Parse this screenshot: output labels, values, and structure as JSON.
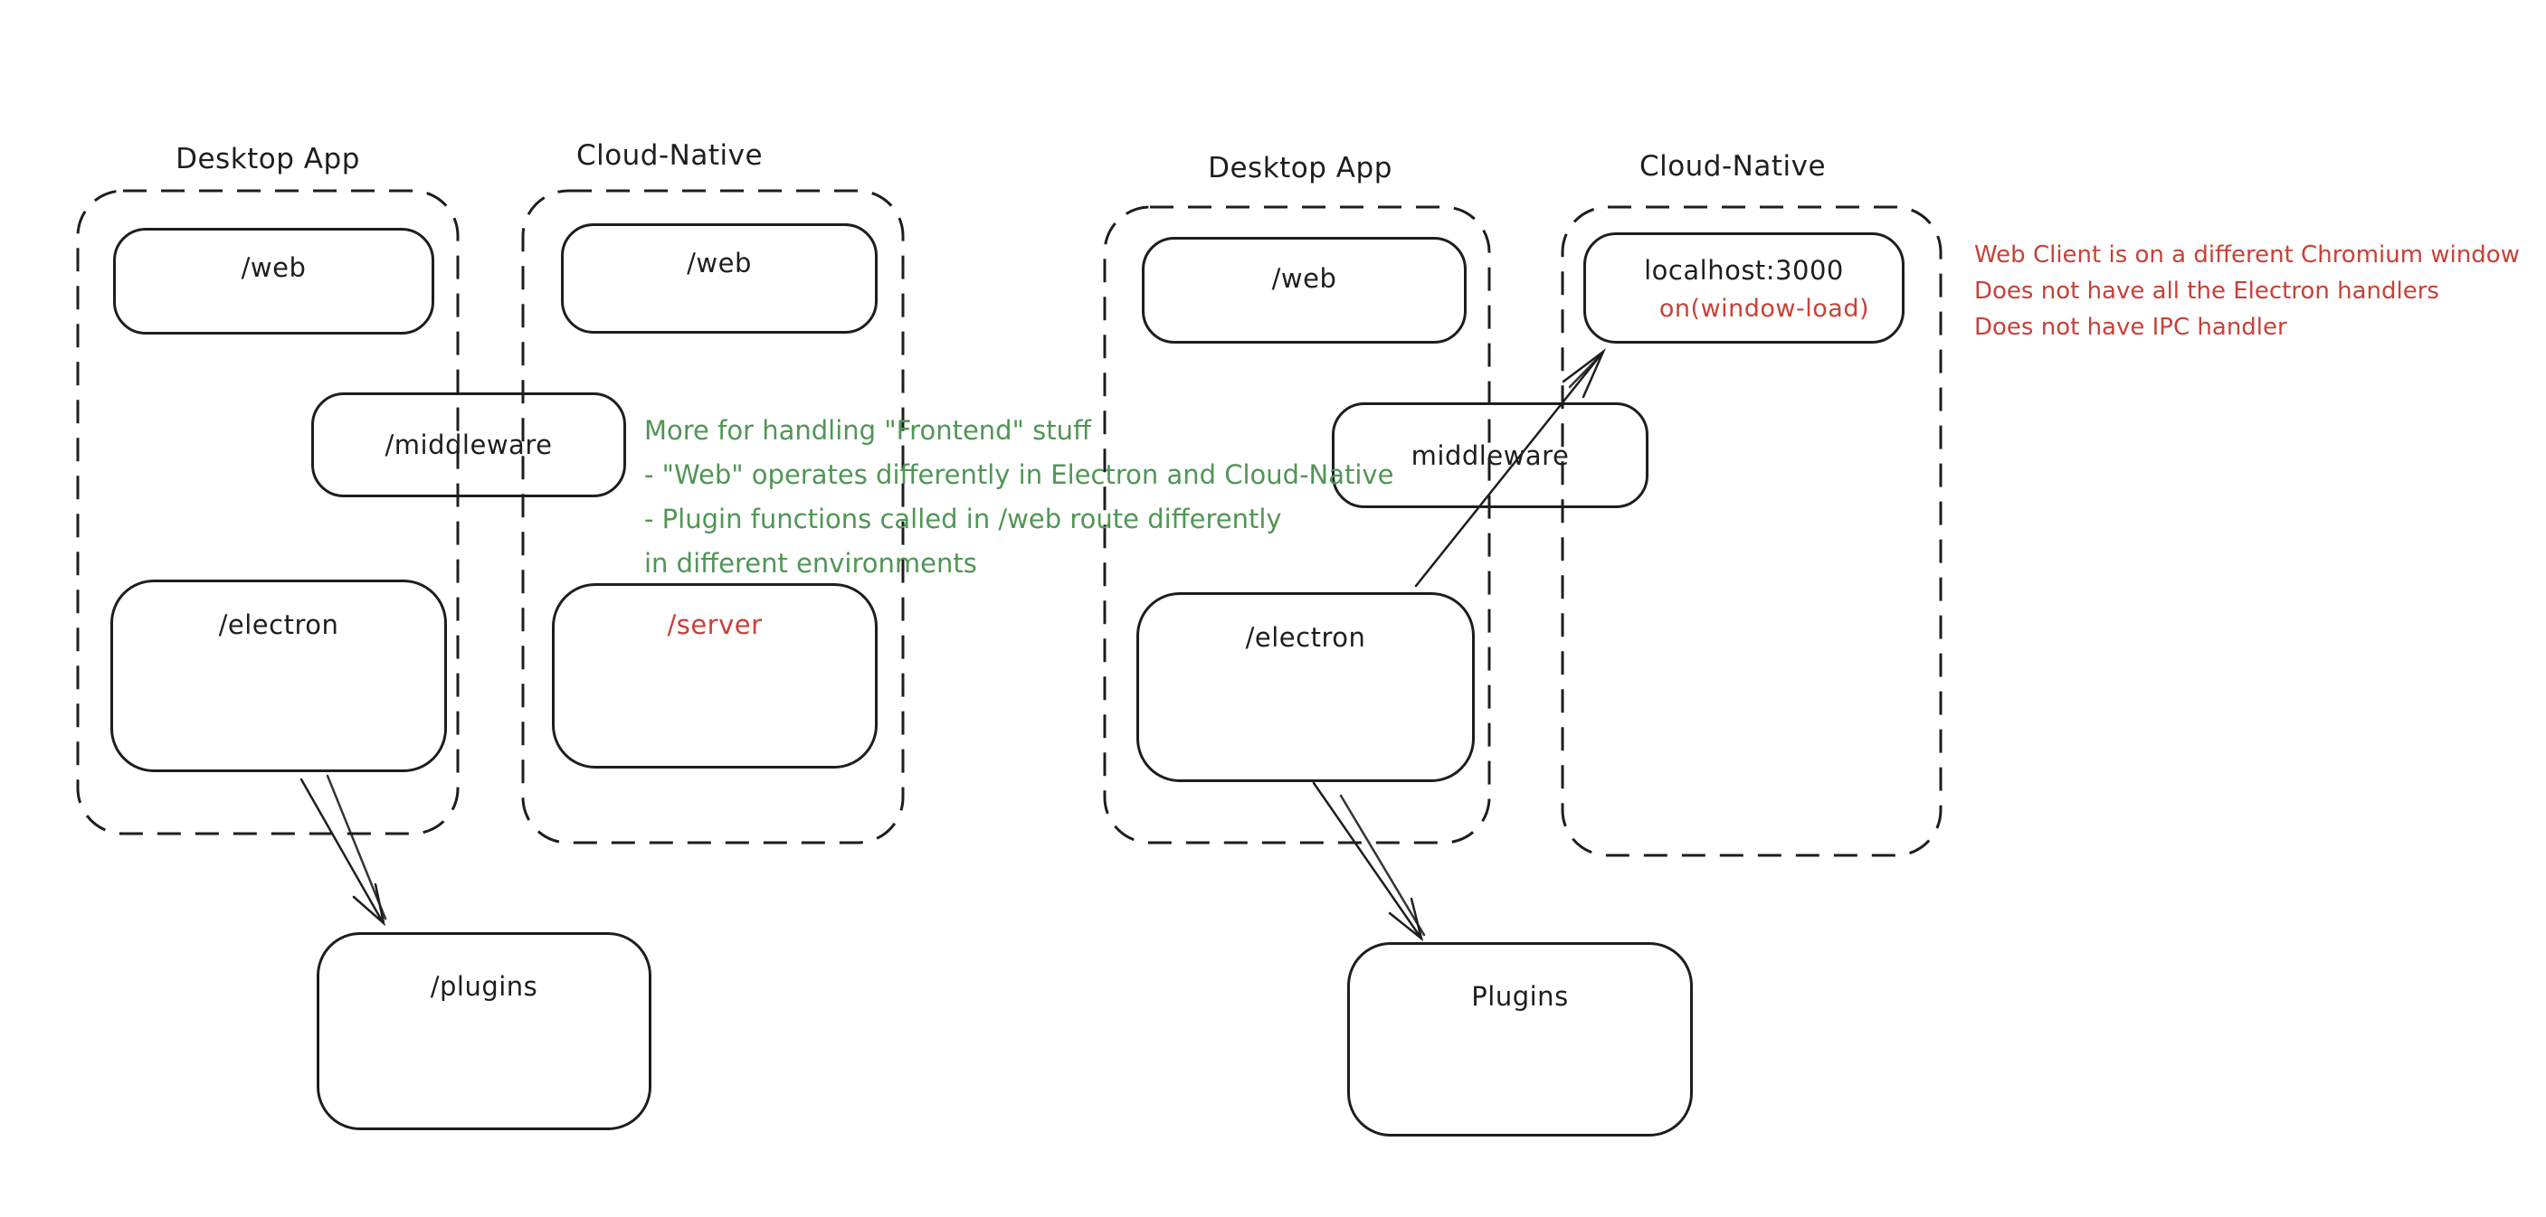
{
  "colors": {
    "stroke": "#1e1e1e",
    "red": "#c84137",
    "green": "#509655",
    "background": "#ffffff"
  },
  "diagram1": {
    "desktop_title": "Desktop App",
    "cloud_title": "Cloud-Native",
    "web_desktop": "/web",
    "web_cloud": "/web",
    "middleware": "/middleware",
    "electron": "/electron",
    "server": "/server",
    "plugins": "/plugins"
  },
  "diagram2": {
    "desktop_title": "Desktop App",
    "cloud_title": "Cloud-Native",
    "web": "/web",
    "localhost": "localhost:3000",
    "window_load_label": "on(window-load)",
    "middleware": "middleware",
    "electron": "/electron",
    "plugins": "Plugins"
  },
  "notes": {
    "frontend_note": {
      "color": "#509655",
      "lines": [
        "More for handling \"Frontend\" stuff",
        "- \"Web\" operates differently in Electron and Cloud-Native",
        "- Plugin functions called in /web route differently",
        "in different environments"
      ]
    },
    "web_client_note": {
      "color": "#c84137",
      "lines": [
        "Web Client is on a different Chromium window",
        "Does not have all the Electron handlers",
        "Does not have IPC handler"
      ]
    }
  },
  "connections": [
    {
      "from": "/electron",
      "to": "/plugins"
    },
    {
      "from": "/electron",
      "to": "localhost:3000"
    },
    {
      "from": "/electron",
      "to": "Plugins"
    }
  ]
}
